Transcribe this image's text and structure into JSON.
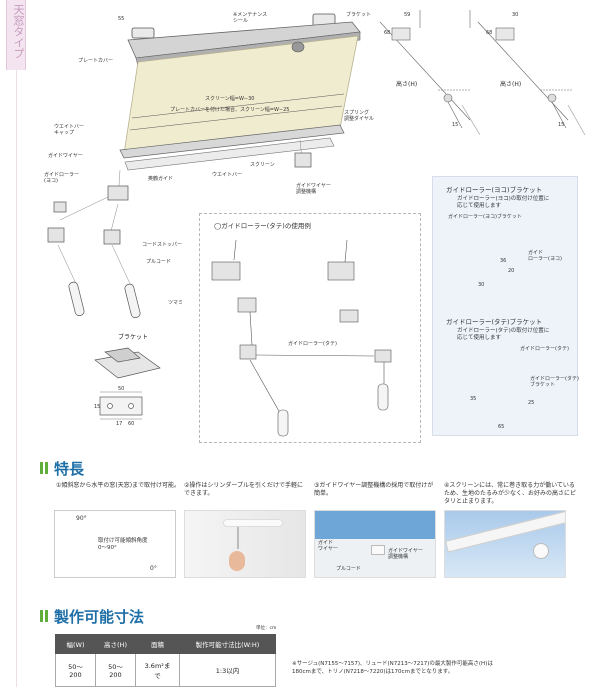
{
  "sidebar": {
    "tab_text": "天窓タイプ"
  },
  "main_labels": {
    "dim_55": "55",
    "maint_seal": "※メンテナンス\nシール",
    "bracket": "ブラケット",
    "plate_cover": "プレートカバー",
    "screen_w": "スクリーン幅=W−30",
    "plate_cover_w": "プレートカバーを付けた場合、スクリーン幅=W−25",
    "spring_dial": "スプリング\n調整ダイヤル",
    "weight_bar_cap": "ウエイトバー\nキャップ",
    "guide_wire": "ガイドワイヤー",
    "screen": "スクリーン",
    "roller_yoko": "ガイドローラー\n(ヨコ)",
    "corner_guide": "奥鶴ガイド",
    "weight_bar": "ウエイトバー",
    "wire_adjuster": "ガイドワイヤー\n調整機構",
    "cord_stopper": "コードストッパー",
    "pull_cord": "プルコード",
    "grip": "ツマミ",
    "bracket_title": "ブラケット",
    "dim_50": "50",
    "dim_15": "15",
    "dim_17": "17",
    "dim_60": "60",
    "dim_30": "30",
    "dim_68": "68",
    "dim_59": "59",
    "height_h": "高さ(H)"
  },
  "tate_example": {
    "title": "◯ガイドローラー(タテ)の使用例",
    "roller_label": "ガイドローラー(タテ)"
  },
  "info_box": {
    "yoko_title": "ガイドローラー(ヨコ)ブラケット",
    "yoko_desc": "ガイドローラー(ヨコ)の取付け位置に\n応じて使用します",
    "yoko_label1": "ガイドローラー(ヨコ)ブラケット",
    "yoko_label2": "ガイド\nローラー(ヨコ)",
    "dim_36": "36",
    "dim_20": "20",
    "dim_30b": "30",
    "tate_title": "ガイドローラー(タテ)ブラケット",
    "tate_desc": "ガイドローラー(タテ)の取付け位置に\n応じて使用します",
    "tate_label1": "ガイドローラー(タテ)",
    "tate_label2": "ガイドローラー(タテ)\nブラケット",
    "dim_35": "35",
    "dim_25": "25",
    "dim_65": "65"
  },
  "features": {
    "heading": "特長",
    "items": [
      "①傾斜窓から水平の窓(天窓)まで取付け可能。",
      "②操作はシリンダープルを引くだけで手軽にできます。",
      "③ガイドワイヤー調整機構の採用で取付けが簡単。",
      "④スクリーンには、常に巻き取る力が働いているため、生地のたるみが少なく、お好みの高さにピタリと止まります。"
    ],
    "angle_90": "90°",
    "angle_0": "0°",
    "angle_label": "取付け可能傾斜角度\n0〜90°",
    "photo3_guide": "ガイド\nワイヤー",
    "photo3_adj": "ガイドワイヤー\n調整機構",
    "photo3_cord": "プルコード"
  },
  "specs": {
    "heading": "製作可能寸法",
    "unit": "単位：cm",
    "headers": [
      "幅(W)",
      "高さ(H)",
      "面積",
      "製作可能寸法比(W:H)"
    ],
    "row": [
      "50〜200",
      "50〜200",
      "3.6m²まで",
      "1:3以内"
    ],
    "note": "※サージュ(N7155〜7157)、リュード(N7213〜7217)の最大製作可能高さ(H)は\n180cmまで、トリノ(N7218〜7220)は170cmまでとなります。"
  }
}
